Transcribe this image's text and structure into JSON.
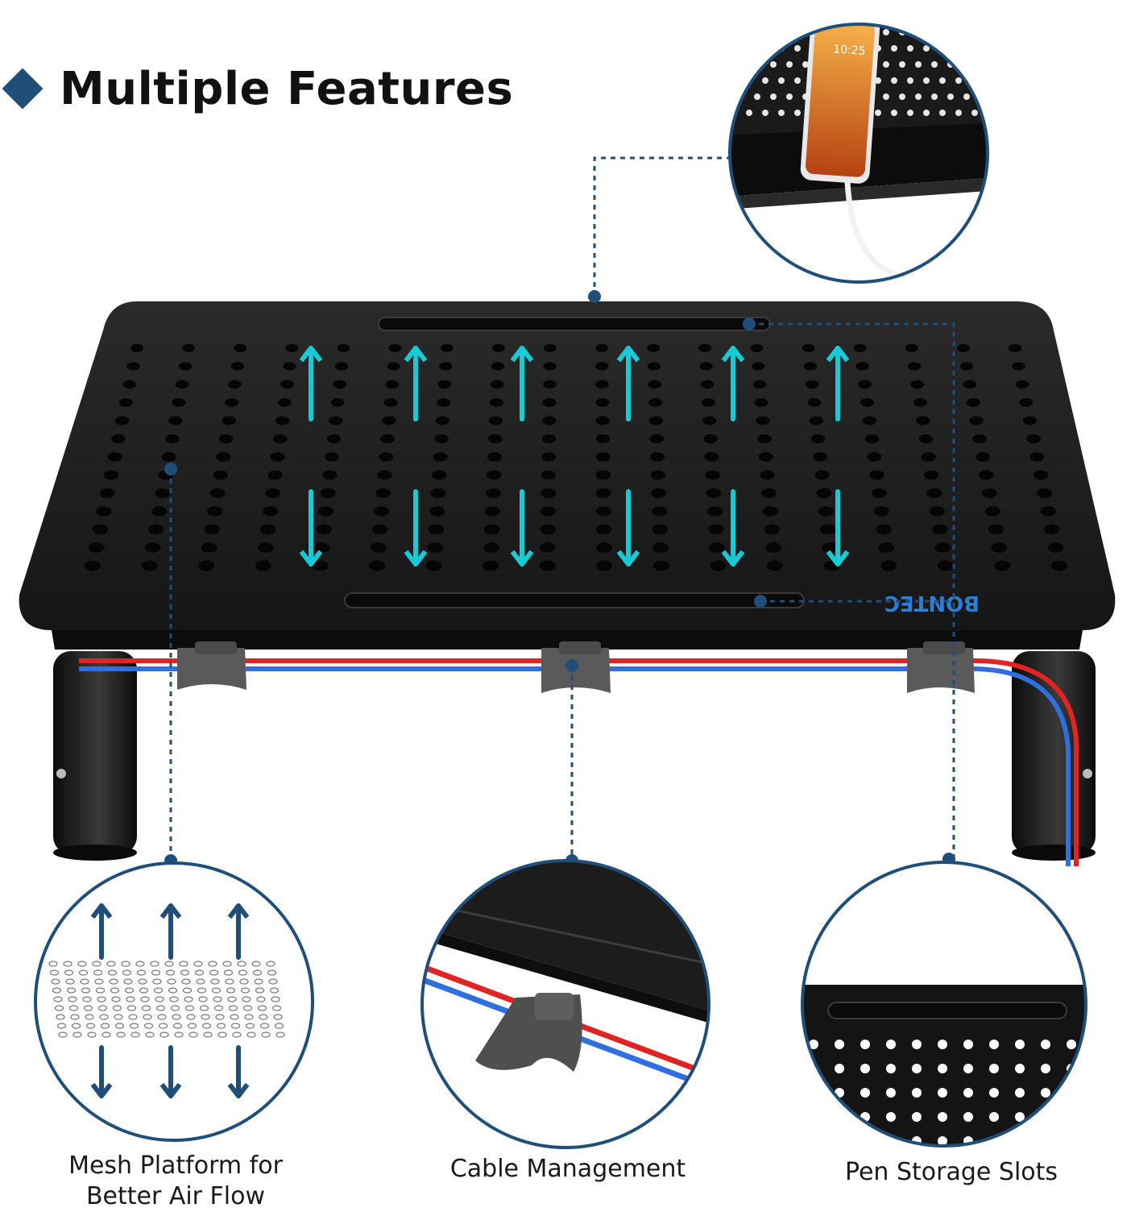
{
  "header": {
    "title": "Multiple Features"
  },
  "brand": {
    "logo_text": "BONTEC"
  },
  "phone": {
    "time": "10:25"
  },
  "features": [
    {
      "id": "mesh",
      "label_line1": "Mesh Platform for",
      "label_line2": "Better Air Flow"
    },
    {
      "id": "cable",
      "label": "Cable Management"
    },
    {
      "id": "pen",
      "label": "Pen Storage Slots"
    }
  ],
  "colors": {
    "accent_navy": "#1f4e79",
    "airflow_cyan": "#19c9d6",
    "cable_red": "#e02424",
    "cable_blue": "#2f6fe0",
    "stand_black": "#141414"
  },
  "icons": [
    "diamond-bullet-icon",
    "airflow-arrow-icon"
  ]
}
